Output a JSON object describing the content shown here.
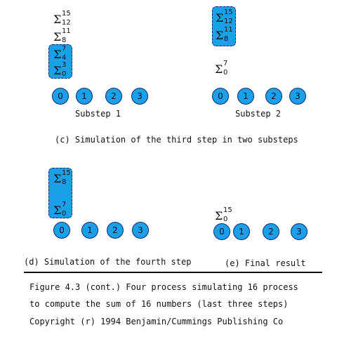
{
  "panel_c": {
    "substep1": {
      "label": "Substep 1",
      "sums_loose": [
        {
          "sup": "15",
          "sub": "12"
        },
        {
          "sup": "11",
          "sub": "8"
        }
      ],
      "sums_boxed": [
        {
          "sup": "7",
          "sub": "4"
        },
        {
          "sup": "3",
          "sub": "0"
        }
      ],
      "nodes": [
        "0",
        "1",
        "2",
        "3"
      ]
    },
    "substep2": {
      "label": "Substep 2",
      "sums_boxed": [
        {
          "sup": "15",
          "sub": "12"
        },
        {
          "sup": "11",
          "sub": "8"
        }
      ],
      "sums_loose": [
        {
          "sup": "7",
          "sub": "0"
        }
      ],
      "nodes": [
        "0",
        "1",
        "2",
        "3"
      ]
    },
    "caption": "(c) Simulation of the third step in two substeps"
  },
  "panel_d": {
    "sums_boxed": [
      {
        "sup": "15",
        "sub": "8"
      },
      {
        "sup": "7",
        "sub": "0"
      }
    ],
    "nodes": [
      "0",
      "1",
      "2",
      "3"
    ],
    "caption": "(d) Simulation of the fourth step"
  },
  "panel_e": {
    "sums_loose": [
      {
        "sup": "15",
        "sub": "0"
      }
    ],
    "nodes": [
      "0",
      "1",
      "2",
      "3"
    ],
    "caption": "(e) Final result"
  },
  "figure_caption": {
    "line1": "Figure 4.3 (cont.) Four process simulating 16 process",
    "line2": "to compute the sum of 16 numbers (last three steps)",
    "line3": "Copyright (r) 1994 Benjamin/Cummings Publishing Co"
  },
  "sigma_symbol": "Σ",
  "colors": {
    "node_fill": "#1aa0e8",
    "node_border": "#0d2a6e"
  }
}
